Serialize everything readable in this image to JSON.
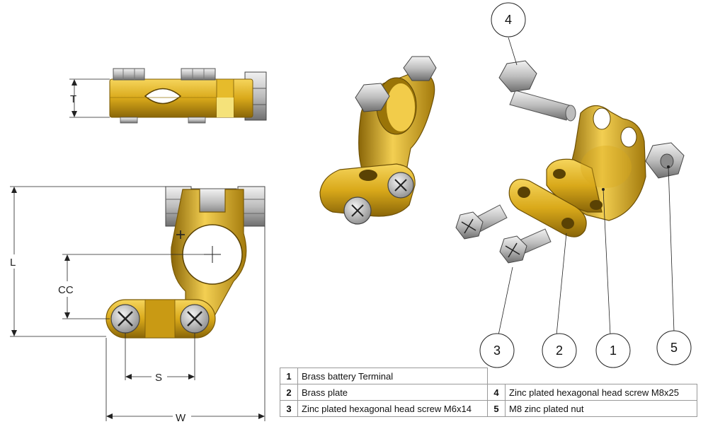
{
  "dimensions": {
    "thickness": "T",
    "length": "L",
    "center_to_center": "CC",
    "screw_spacing": "S",
    "width": "W"
  },
  "callouts": [
    "4",
    "3",
    "2",
    "1",
    "5"
  ],
  "parts": [
    {
      "num": "1",
      "desc": "Brass battery Terminal"
    },
    {
      "num": "2",
      "desc": "Brass plate"
    },
    {
      "num": "3",
      "desc": "Zinc plated hexagonal head screw M6x14"
    },
    {
      "num": "4",
      "desc": "Zinc plated hexagonal head screw M8x25"
    },
    {
      "num": "5",
      "desc": "M8 zinc plated nut"
    }
  ],
  "colors": {
    "brass": "#d9a91a",
    "brass_dark": "#8a6608",
    "brass_light": "#f3cf52",
    "zinc": "#c4c4c4",
    "zinc_dark": "#6f6f6f",
    "line": "#222222"
  }
}
